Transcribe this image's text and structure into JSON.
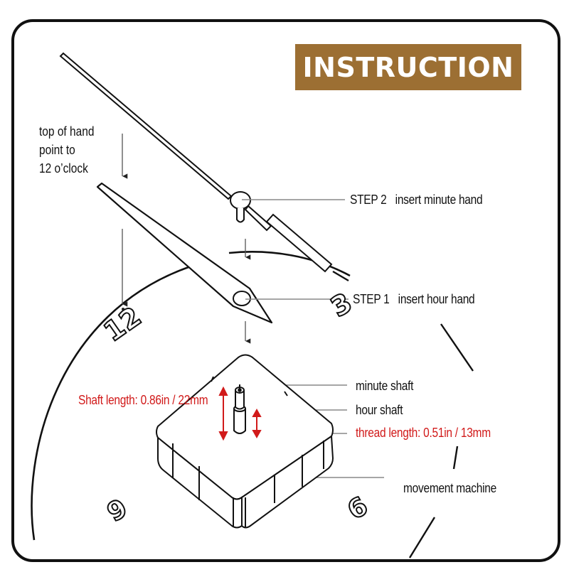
{
  "title": "INSTRUCTION",
  "colors": {
    "title_background": "#9c6f33",
    "title_text": "#ffffff",
    "line": "#111111",
    "leader_line": "#777777",
    "dimension_red": "#d11a1a"
  },
  "note": {
    "lines": [
      "top of hand",
      "point to",
      "12 o’clock"
    ]
  },
  "steps": [
    {
      "step": "STEP 2",
      "action": "insert minute hand"
    },
    {
      "step": "STEP 1",
      "action": "insert hour hand"
    }
  ],
  "parts": {
    "minute_shaft": "minute shaft",
    "hour_shaft": "hour shaft",
    "movement": "movement machine"
  },
  "dimensions": {
    "shaft_length": "Shaft length: 0.86in / 22mm",
    "thread_length": "thread length: 0.51in / 13mm"
  },
  "clock_numerals": {
    "twelve": "12",
    "three": "3",
    "six": "6",
    "nine": "9"
  }
}
